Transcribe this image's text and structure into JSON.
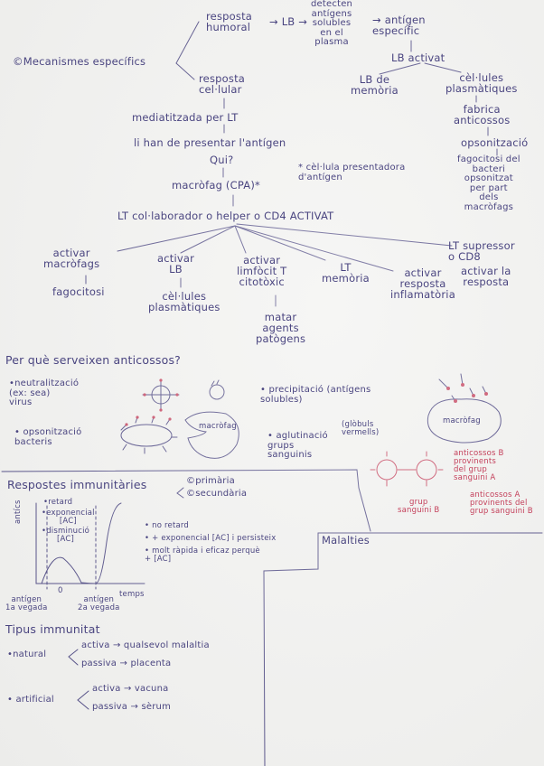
{
  "concept_map": {
    "specific": "©Mecanismes específics",
    "humoral": "resposta\nhumoral",
    "arrow_lb": "→ LB →",
    "detect": "detecten\nantígens\nsolubles\nen el\nplasma",
    "antigen": "→ antígen\nespecífic",
    "lb_active": "LB activat",
    "lb_memory": "LB de\nmemòria",
    "plasma_cells_right": "cèl·lules\nplasmàtiques",
    "make_ab": "fabrica\nanticossos",
    "opsonization": "opsonització",
    "phago_bact": "fagocitosi del\nbacteri\nopsonitzat\nper part\ndels\nmacròfags",
    "cellular": "resposta\ncel·lular",
    "mediated": "mediatitzada per LT",
    "present": "li han de presentar l'antígen",
    "who": "Qui?",
    "macro_cpa": "macròfag (CPA)*",
    "cpa_note": "* cèl·lula presentadora\nd'antígen",
    "helper": "LT col·laborador o helper o CD4 ACTIVAT",
    "activate_macro": "activar\nmacròfags",
    "phagocytosis": "fagocitosi",
    "activate_lb": "activar\nLB",
    "plasma_cells": "cèl·lules\nplasmàtiques",
    "activate_ltc": "activar\nlimfòcit T\ncitotòxic",
    "kill": "matar\nagents\npatògens",
    "lt_memory": "LT\nmemòria",
    "inflammatory": "activar\nresposta\ninflamatòria",
    "suppressor": "LT supressor\no CD8",
    "stop_response": "activar la\nresposta"
  },
  "antibodies": {
    "question": "Per què serveixen anticossos?",
    "neutral": "•neutralització\n(ex: sea)\nvirus",
    "opson": "• opsonització\nbacteris",
    "precip": "• precipitació (antígens\nsolubles)",
    "aggl": "• aglutinació\ngrups\nsanguinis",
    "rbc": "(glòbuls\nvermells)",
    "macro_label": "macròfag",
    "ab_b": "anticossos B\nprovinents\ndel grup\nsanguini A",
    "ab_a": "anticossos A\nprovinents del\ngrup sanguini B",
    "group_b": "grup\nsanguini B"
  },
  "immune": {
    "title": "Respostes immunitàries",
    "primary": "©primària",
    "secondary": "©secundària",
    "ylabel": "antícs",
    "delay": "•retard",
    "expon": "•exponencial\n[AC]",
    "decrease": "•disminució\n[AC]",
    "no_delay": "• no retard",
    "more_expon": "• + exponencial [AC] i persisteix",
    "faster": "• molt ràpida i eficaz perquè\n+ [AC]",
    "antigen1": "antígen\n1a vegada",
    "zero": "0",
    "antigen2": "antígen\n2a vegada",
    "time": "temps"
  },
  "diseases": {
    "title": "Malalties"
  },
  "types": {
    "title": "Tipus immunitat",
    "natural": "•natural",
    "nat_active": "activa → qualsevol malaltia",
    "nat_passive": "passiva → placenta",
    "artificial": "• artificial",
    "art_active": "activa → vacuna",
    "art_passive": "passiva → sèrum"
  },
  "colors": {
    "ink": "#4a4580",
    "red": "#c4405b",
    "paper": "#f1f1ef"
  }
}
